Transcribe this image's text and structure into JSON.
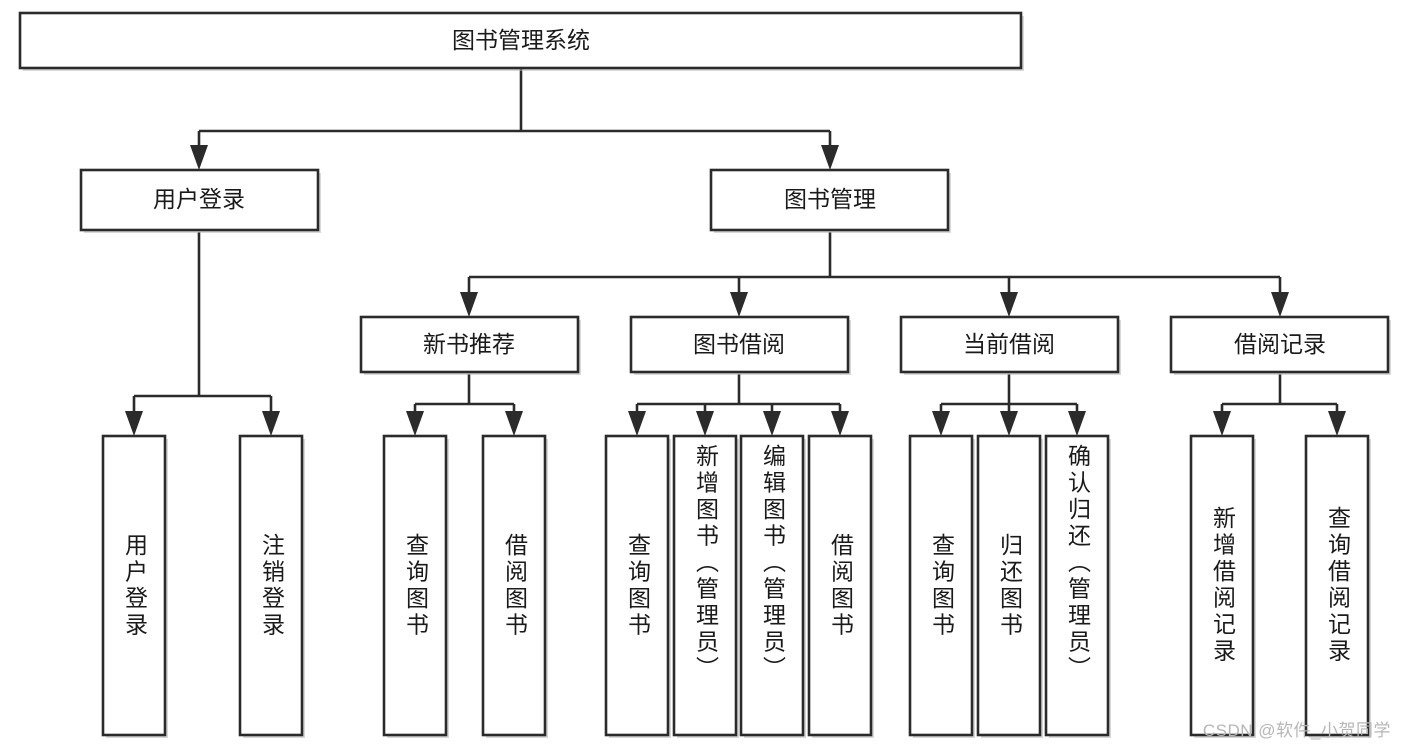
{
  "diagram": {
    "type": "tree",
    "title": "图书管理系统",
    "orientation": "top-down",
    "root": {
      "id": "root",
      "label": "图书管理系统",
      "level": 0
    },
    "levels": [
      {
        "level": 1,
        "nodes": [
          {
            "id": "user-login",
            "label": "用户登录",
            "parent": "root"
          },
          {
            "id": "book-manage",
            "label": "图书管理",
            "parent": "root"
          }
        ]
      },
      {
        "level": 2,
        "nodes": [
          {
            "id": "new-book-rec",
            "label": "新书推荐",
            "parent": "book-manage"
          },
          {
            "id": "book-borrow",
            "label": "图书借阅",
            "parent": "book-manage"
          },
          {
            "id": "current-borrow",
            "label": "当前借阅",
            "parent": "book-manage"
          },
          {
            "id": "borrow-record",
            "label": "借阅记录",
            "parent": "book-manage"
          }
        ]
      },
      {
        "level": 3,
        "nodes": [
          {
            "id": "leaf-user-login",
            "label": "用户登录",
            "parent": "user-login"
          },
          {
            "id": "leaf-logout",
            "label": "注销登录",
            "parent": "user-login"
          },
          {
            "id": "leaf-query-book-1",
            "label": "查询图书",
            "parent": "new-book-rec"
          },
          {
            "id": "leaf-borrow-book-1",
            "label": "借阅图书",
            "parent": "new-book-rec"
          },
          {
            "id": "leaf-query-book-2",
            "label": "查询图书",
            "parent": "book-borrow"
          },
          {
            "id": "leaf-add-book",
            "label": "新增图书（管理员）",
            "parent": "book-borrow"
          },
          {
            "id": "leaf-edit-book",
            "label": "编辑图书（管理员）",
            "parent": "book-borrow"
          },
          {
            "id": "leaf-borrow-book-2",
            "label": "借阅图书",
            "parent": "book-borrow"
          },
          {
            "id": "leaf-query-book-3",
            "label": "查询图书",
            "parent": "current-borrow"
          },
          {
            "id": "leaf-return-book",
            "label": "归还图书",
            "parent": "current-borrow"
          },
          {
            "id": "leaf-confirm-return",
            "label": "确认归还（管理员）",
            "parent": "current-borrow"
          },
          {
            "id": "leaf-add-record",
            "label": "新增借阅记录",
            "parent": "borrow-record"
          },
          {
            "id": "leaf-query-record",
            "label": "查询借阅记录",
            "parent": "borrow-record"
          }
        ]
      }
    ]
  },
  "watermark": {
    "text": "CSDN @软件_小贺同学"
  },
  "colors": {
    "box_fill": "#ffffff",
    "box_stroke": "#2b2b2b",
    "text": "#1a1a1a",
    "connector": "#2b2b2b",
    "watermark": "#b6b6b6",
    "background": "#ffffff"
  }
}
